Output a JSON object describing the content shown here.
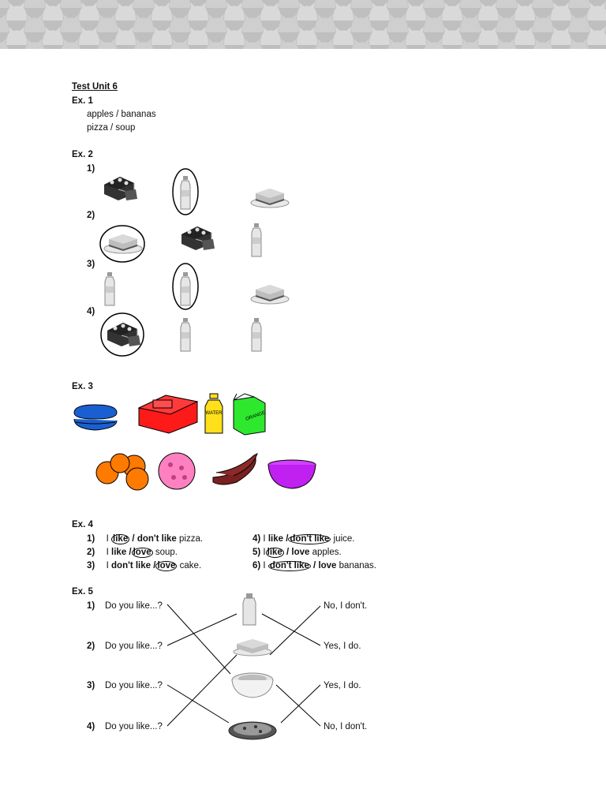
{
  "title": "Test Unit 6",
  "ex1": {
    "heading": "Ex. 1",
    "lines": [
      "apples / bananas",
      "pizza / soup"
    ]
  },
  "ex2": {
    "heading": "Ex. 2",
    "numbers": [
      "1)",
      "2)",
      "3)",
      "4)"
    ]
  },
  "ex3": {
    "heading": "Ex. 3",
    "items": [
      "sandwich-icon",
      "lunchbox-icon",
      "water-bottle-icon",
      "juice-box-icon",
      "apples-icon",
      "pizza-icon",
      "bananas-icon",
      "bowl-icon"
    ],
    "colors": {
      "blue": "#1a5fd1",
      "red": "#ff1a1a",
      "yellow": "#ffe01a",
      "green": "#2ee82e",
      "orange": "#ff7a00",
      "pink": "#ff80c0",
      "brown": "#7a2020",
      "purple": "#c020f0"
    },
    "water_text": "WATER",
    "juice_text": "ORANGE"
  },
  "ex4": {
    "heading": "Ex. 4",
    "left": [
      {
        "num": "1)",
        "pre": "I ",
        "a": "like",
        "sep": " / ",
        "b": "don't like",
        "post": " pizza."
      },
      {
        "num": "2)",
        "pre": "I ",
        "a": "like",
        "sep": " /",
        "b": "love",
        "post": " soup."
      },
      {
        "num": "3)",
        "pre": "I ",
        "a": "don't like",
        "sep": " /",
        "b": "love",
        "post": " cake."
      }
    ],
    "right": [
      {
        "num": "4)",
        "pre": " I ",
        "a": "like",
        "sep": " /",
        "b": "don't like",
        "post": " juice."
      },
      {
        "num": "5)",
        "pre": " I",
        "a": "like",
        "sep": " / ",
        "b": "love",
        "post": " apples."
      },
      {
        "num": "6)",
        "pre": " I ",
        "a": "don't like",
        "sep": " / ",
        "b": "love",
        "post": " bananas."
      }
    ]
  },
  "ex5": {
    "heading": "Ex. 5",
    "questions": [
      "Do you like...?",
      "Do you like...?",
      "Do you like...?",
      "Do you like...?"
    ],
    "numbers": [
      "1)",
      "2)",
      "3)",
      "4)"
    ],
    "answers": [
      "No, I don't.",
      "Yes, I do.",
      "Yes, I do.",
      "No, I don't."
    ]
  }
}
